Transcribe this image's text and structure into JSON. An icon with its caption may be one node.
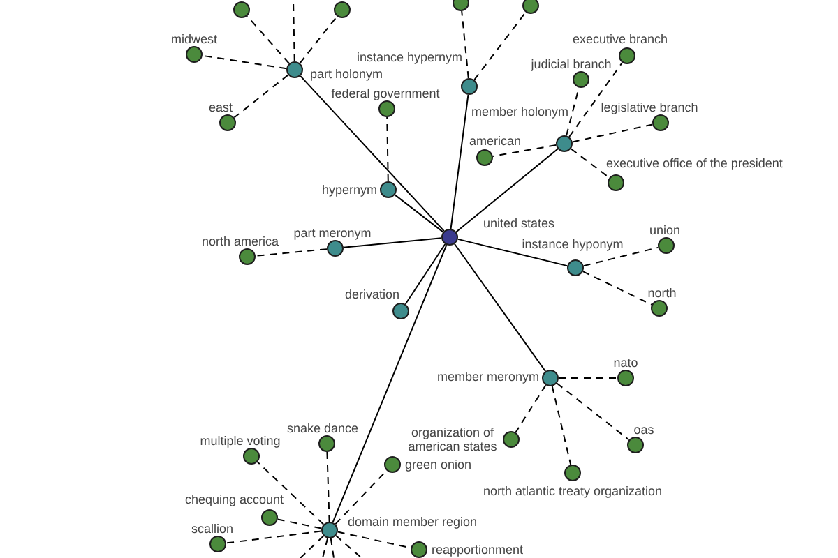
{
  "diagram": {
    "nodes": [
      {
        "text": [],
        "shape": "circle"
      },
      {
        "text": [],
        "shape": "circle"
      },
      {
        "text": [],
        "shape": "circle"
      },
      {
        "text": [],
        "shape": "circle"
      },
      {
        "text": [],
        "shape": "circle",
        "beside": [
          "midwest"
        ]
      },
      {
        "text": [],
        "shape": "circle",
        "beside": [
          "part holonym"
        ]
      },
      {
        "text": [],
        "shape": "circle",
        "beside": [
          "executive branch"
        ]
      },
      {
        "text": [],
        "shape": "circle",
        "beside": [
          "judicial branch"
        ]
      },
      {
        "text": [],
        "shape": "circle",
        "beside": [
          "instance hypernym"
        ]
      },
      {
        "text": [],
        "shape": "circle",
        "beside": [
          "federal government"
        ]
      },
      {
        "text": [],
        "shape": "circle",
        "beside": [
          "east"
        ]
      },
      {
        "text": [],
        "shape": "circle",
        "beside": [
          "legislative branch"
        ]
      },
      {
        "text": [],
        "shape": "circle",
        "beside": [
          "member holonym"
        ]
      },
      {
        "text": [],
        "shape": "circle",
        "beside": [
          "american"
        ]
      },
      {
        "text": [],
        "shape": "circle",
        "beside": [
          "executive office of the president"
        ]
      },
      {
        "text": [],
        "shape": "circle",
        "beside": [
          "hypernym"
        ]
      },
      {
        "text": [],
        "shape": "circle",
        "beside": [
          "united states"
        ]
      },
      {
        "text": [],
        "shape": "circle",
        "beside": [
          "union"
        ]
      },
      {
        "text": [],
        "shape": "circle",
        "beside": [
          "part meronym"
        ]
      },
      {
        "text": [],
        "shape": "circle",
        "beside": [
          "north america"
        ]
      },
      {
        "text": [],
        "shape": "circle",
        "beside": [
          "instance hyponym"
        ]
      },
      {
        "text": [],
        "shape": "circle",
        "beside": [
          "north"
        ]
      },
      {
        "text": [],
        "shape": "circle",
        "beside": [
          "derivation"
        ]
      },
      {
        "text": [],
        "shape": "circle",
        "beside": [
          "member meronym"
        ]
      },
      {
        "text": [],
        "shape": "circle",
        "beside": [
          "nato"
        ]
      },
      {
        "text": [],
        "shape": "circle",
        "beside": [
          "organization of american states"
        ]
      },
      {
        "text": [],
        "shape": "circle",
        "beside": [
          "snake dance"
        ]
      },
      {
        "text": [],
        "shape": "circle",
        "beside": [
          "oas"
        ]
      },
      {
        "text": [],
        "shape": "circle",
        "beside": [
          "multiple voting"
        ]
      },
      {
        "text": [],
        "shape": "circle",
        "beside": [
          "north atlantic treaty organization"
        ]
      },
      {
        "text": [],
        "shape": "circle",
        "beside": [
          "green onion"
        ]
      },
      {
        "text": [],
        "shape": "circle",
        "beside": [
          "chequing account"
        ]
      },
      {
        "text": [],
        "shape": "circle",
        "beside": [
          "domain member region"
        ]
      },
      {
        "text": [],
        "shape": "circle",
        "beside": [
          "scallion"
        ]
      },
      {
        "text": [],
        "shape": "circle",
        "beside": [
          "reapportionment"
        ]
      }
    ],
    "edges": [
      {
        "from": 16,
        "to": 15,
        "arrow": "none"
      },
      {
        "from": 16,
        "to": 5,
        "arrow": "none"
      },
      {
        "from": 16,
        "to": 8,
        "arrow": "none"
      },
      {
        "from": 16,
        "to": 12,
        "arrow": "none"
      },
      {
        "from": 16,
        "to": 20,
        "arrow": "none"
      },
      {
        "from": 16,
        "to": 23,
        "arrow": "none"
      },
      {
        "from": 16,
        "to": 32,
        "arrow": "none"
      },
      {
        "from": 16,
        "to": 22,
        "arrow": "none"
      },
      {
        "from": 16,
        "to": 18,
        "arrow": "none"
      },
      {
        "from": 5,
        "to": 4,
        "arrow": "none",
        "style": "dashed"
      },
      {
        "from": 5,
        "to": 10,
        "arrow": "none",
        "style": "dashed"
      },
      {
        "from": 5,
        "to": 0,
        "arrow": "none",
        "style": "dashed"
      },
      {
        "from": 5,
        "to": 1,
        "arrow": "none",
        "style": "dashed"
      },
      {
        "from": 5,
        "to": null,
        "arrow": "none",
        "style": "dashed"
      },
      {
        "from": 8,
        "to": 2,
        "arrow": "none",
        "style": "dashed"
      },
      {
        "from": 8,
        "to": 3,
        "arrow": "none",
        "style": "dashed"
      },
      {
        "from": 15,
        "to": 9,
        "arrow": "none",
        "style": "dashed"
      },
      {
        "from": 12,
        "to": 7,
        "arrow": "none",
        "style": "dashed"
      },
      {
        "from": 12,
        "to": 6,
        "arrow": "none",
        "style": "dashed"
      },
      {
        "from": 12,
        "to": 11,
        "arrow": "none",
        "style": "dashed"
      },
      {
        "from": 12,
        "to": 13,
        "arrow": "none",
        "style": "dashed"
      },
      {
        "from": 12,
        "to": 14,
        "arrow": "none",
        "style": "dashed"
      },
      {
        "from": 20,
        "to": 17,
        "arrow": "none",
        "style": "dashed"
      },
      {
        "from": 20,
        "to": 21,
        "arrow": "none",
        "style": "dashed"
      },
      {
        "from": 18,
        "to": 19,
        "arrow": "none",
        "style": "dashed"
      },
      {
        "from": 23,
        "to": 24,
        "arrow": "none",
        "style": "dashed"
      },
      {
        "from": 23,
        "to": 25,
        "arrow": "none",
        "style": "dashed"
      },
      {
        "from": 23,
        "to": 29,
        "arrow": "none",
        "style": "dashed"
      },
      {
        "from": 23,
        "to": 27,
        "arrow": "none",
        "style": "dashed"
      },
      {
        "from": 32,
        "to": 26,
        "arrow": "none",
        "style": "dashed"
      },
      {
        "from": 32,
        "to": 28,
        "arrow": "none",
        "style": "dashed"
      },
      {
        "from": 32,
        "to": 30,
        "arrow": "none",
        "style": "dashed"
      },
      {
        "from": 32,
        "to": 31,
        "arrow": "none",
        "style": "dashed"
      },
      {
        "from": 32,
        "to": 33,
        "arrow": "none",
        "style": "dashed"
      },
      {
        "from": 32,
        "to": 34,
        "arrow": "none",
        "style": "dashed"
      },
      {
        "from": 32,
        "to": null,
        "arrow": "none",
        "style": "dashed"
      },
      {
        "from": 32,
        "to": null,
        "arrow": "none",
        "style": "dashed"
      },
      {
        "from": 32,
        "to": null,
        "arrow": "none",
        "style": "dashed"
      },
      {
        "from": 32,
        "to": null,
        "arrow": "none",
        "style": "dashed"
      }
    ]
  }
}
